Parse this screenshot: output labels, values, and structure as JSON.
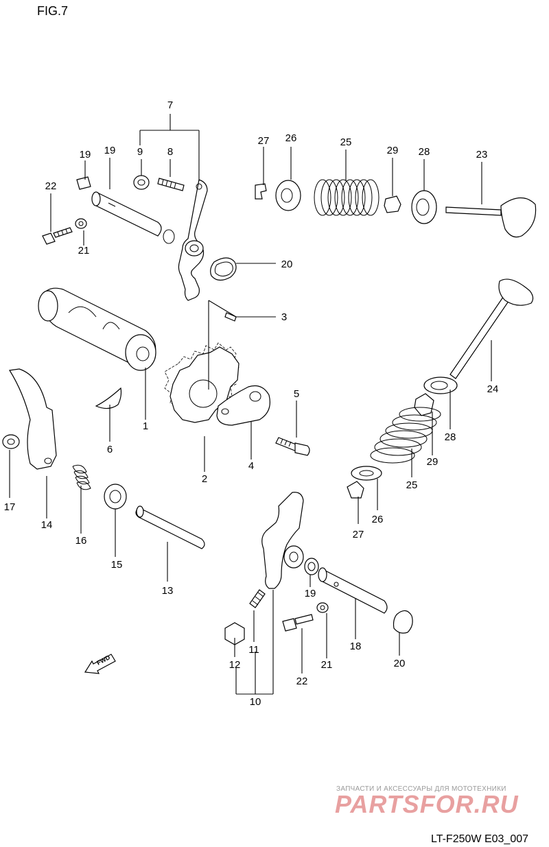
{
  "figure": {
    "title": "FIG.7",
    "code": "LT-F250W E03_007",
    "fwd_label": "FWD"
  },
  "watermark": {
    "tagline": "ЗАПЧАСТИ И АКСЕССУАРЫ ДЛЯ МОТОТЕХНИКИ",
    "brand": "PARTSFOR.RU"
  },
  "callouts": {
    "c1": "1",
    "c2": "2",
    "c3": "3",
    "c4": "4",
    "c5": "5",
    "c6": "6",
    "c7": "7",
    "c8": "8",
    "c9": "9",
    "c10": "10",
    "c11": "11",
    "c12": "12",
    "c13": "13",
    "c14": "14",
    "c15": "15",
    "c16": "16",
    "c17": "17",
    "c18": "18",
    "c19a": "19",
    "c19b": "19",
    "c19c": "19",
    "c20a": "20",
    "c20b": "20",
    "c21a": "21",
    "c21b": "21",
    "c22a": "22",
    "c22b": "22",
    "c23": "23",
    "c24": "24",
    "c25a": "25",
    "c25b": "25",
    "c26a": "26",
    "c26b": "26",
    "c27a": "27",
    "c27b": "27",
    "c28a": "28",
    "c28b": "28",
    "c29a": "29",
    "c29b": "29"
  }
}
